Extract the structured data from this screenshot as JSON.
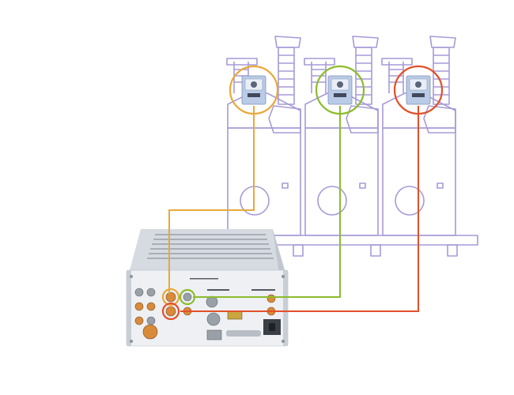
{
  "colors": {
    "background": "#ffffff",
    "breaker_outline": "#a79ad8",
    "sensor_body": "#b9cbe6",
    "phase_1": "#e8a93a",
    "phase_2": "#8cbc2c",
    "phase_3": "#e2502a",
    "chassis": "#e6e8ec"
  },
  "diagram": {
    "breaker_poles": [
      {
        "name": "pole-1",
        "link_color": "phase_1"
      },
      {
        "name": "pole-2",
        "link_color": "phase_2"
      },
      {
        "name": "pole-3",
        "link_color": "phase_3"
      }
    ],
    "monitoring_unit": {
      "icon": "measurement-device-icon"
    },
    "connections": [
      {
        "from": "pole-1-sensor",
        "to": "unit-connector-1",
        "color": "phase_1"
      },
      {
        "from": "pole-2-sensor",
        "to": "unit-connector-2",
        "color": "phase_2"
      },
      {
        "from": "pole-3-sensor",
        "to": "unit-connector-3",
        "color": "phase_3"
      }
    ]
  }
}
